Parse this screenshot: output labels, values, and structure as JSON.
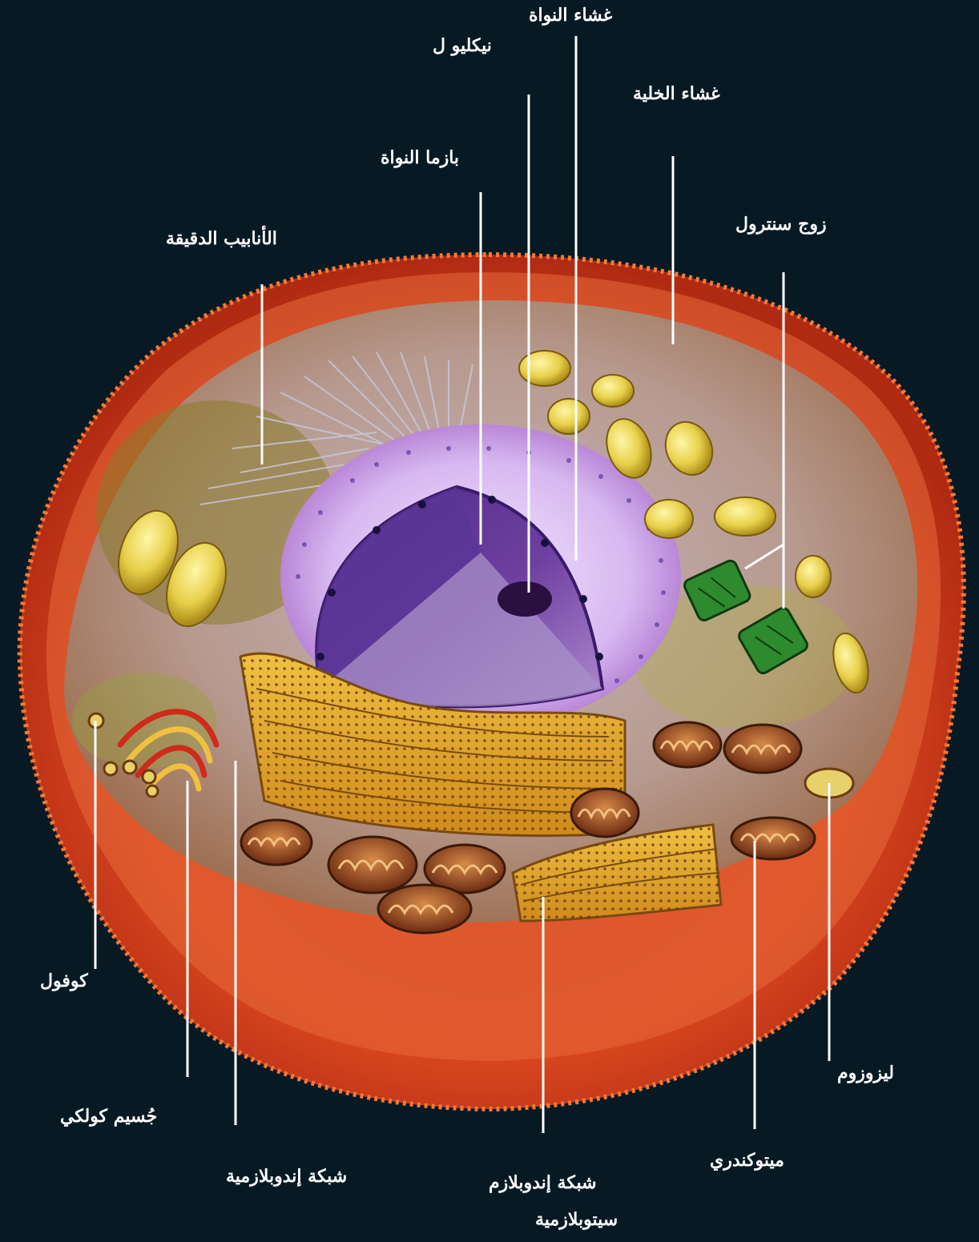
{
  "labels": {
    "nuclear_envelope": "غشاء النواة",
    "nucleolus": "نيكليو ل",
    "cell_membrane": "غشاء الخلية",
    "nucleoplasm": "بازما النواة",
    "microtubules": "الأنابيب الدقيقة",
    "centrosome_pair": "زوج سنترول",
    "vacuole": "كوفول",
    "golgi_body": "جُسيم كولكي",
    "endoplasmic_reticulum": "شبكة إندوبلازمية",
    "er_line1": "شبكة إندوبلازم",
    "er_line2": "سيتوبلازمية",
    "mitochondria": "ميتوكندري",
    "lysosome": "ليزوزوم"
  },
  "colors": {
    "background": "#071a24",
    "label_text": "#ffffff",
    "leader_line": "#ffffff",
    "cell_outer": "#e8522a",
    "nucleus": "#6d3fa0",
    "mitochondria": "#8a3a1e",
    "vesicle": "#e8d04a",
    "centriole": "#2e8a2e"
  }
}
